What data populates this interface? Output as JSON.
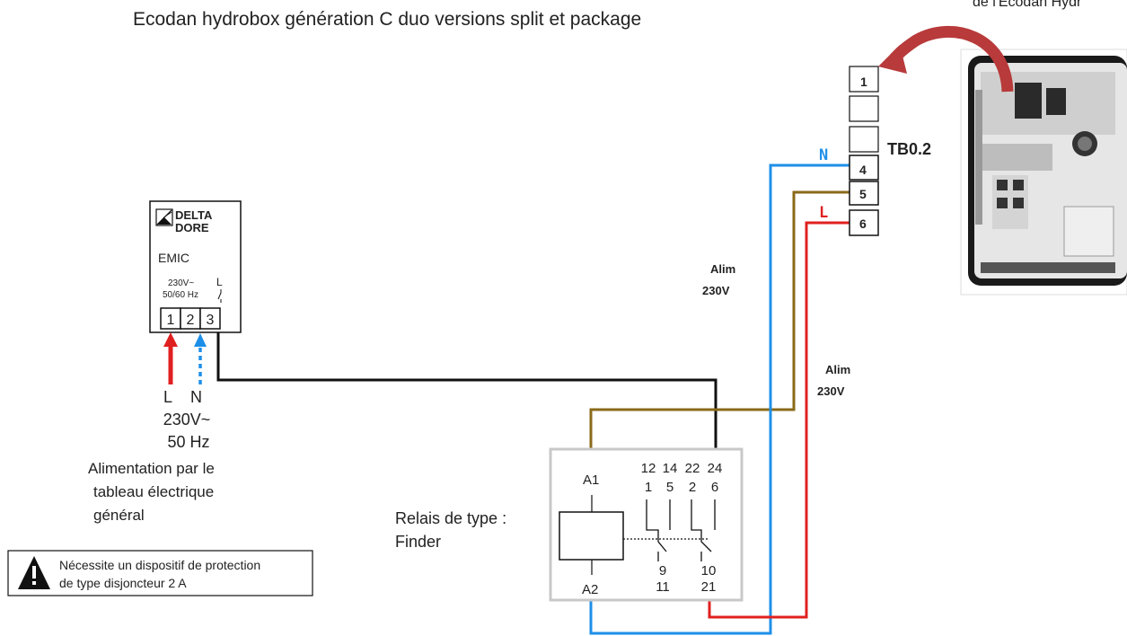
{
  "title": "Ecodan hydrobox génération C duo  versions split et package",
  "top_right_caption": "de l'Ecodan  Hydr",
  "emic": {
    "brand_line1": "DELTA",
    "brand_line2": "DORE",
    "model": "EMIC",
    "voltage": "230V~",
    "frequency": "50/60 Hz",
    "switch_label": "L",
    "terminals": [
      "1",
      "2",
      "3"
    ]
  },
  "supply": {
    "l_label": "L",
    "n_label": "N",
    "voltage": "230V~",
    "frequency": "50 Hz",
    "desc_line1": "Alimentation par le",
    "desc_line2": "tableau  électrique",
    "desc_line3": "général"
  },
  "warning": {
    "line1": "Nécessite un dispositif de protection",
    "line2": "de type disjoncteur 2 A"
  },
  "relay": {
    "label_line1": "Relais de type :",
    "label_line2": "Finder",
    "a1": "A1",
    "a2": "A2",
    "top_numbers": [
      "12",
      "14",
      "22",
      "24"
    ],
    "top_pins": [
      "1",
      "5",
      "2",
      "6"
    ],
    "bottom_numbers": [
      "9",
      "10"
    ],
    "bottom_pins": [
      "11",
      "21"
    ]
  },
  "terminal_block": {
    "name": "TB0.2",
    "labels": [
      "1",
      "",
      "",
      "4",
      "5",
      "6"
    ]
  },
  "wire_labels": {
    "n": "N",
    "l": "L",
    "alim1_line1": "Alim",
    "alim1_line2": "230V",
    "alim2_line1": "Alim",
    "alim2_line2": "230V"
  },
  "colors": {
    "phase": "#e02020",
    "neutral": "#1e8fe8",
    "brown": "#8a6a1a",
    "black": "#111111",
    "arrow": "#b83a3a"
  }
}
